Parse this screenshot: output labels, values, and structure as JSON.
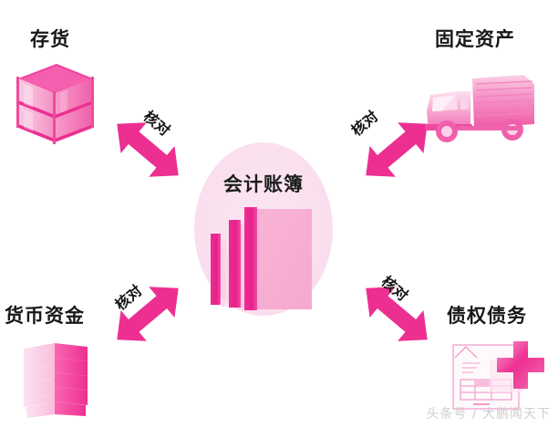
{
  "diagram": {
    "center": {
      "label": "会计账簿",
      "icon": "ledger-books-icon"
    },
    "nodes": [
      {
        "id": "inventory",
        "label": "存货",
        "icon": "shelving-rack-icon",
        "position": "top-left"
      },
      {
        "id": "fixed-assets",
        "label": "固定资产",
        "icon": "delivery-truck-icon",
        "position": "top-right"
      },
      {
        "id": "monetary-funds",
        "label": "货币资金",
        "icon": "cash-stack-icon",
        "position": "bottom-left"
      },
      {
        "id": "receivables-payables",
        "label": "债权债务",
        "icon": "invoice-document-icon",
        "position": "bottom-right"
      }
    ],
    "connectors": [
      {
        "id": "connector-inventory",
        "label": "核对",
        "icon": "double-arrow-icon"
      },
      {
        "id": "connector-fixed-assets",
        "label": "核对",
        "icon": "double-arrow-icon"
      },
      {
        "id": "connector-monetary-funds",
        "label": "核对",
        "icon": "double-arrow-icon"
      },
      {
        "id": "connector-receivables-payables",
        "label": "核对",
        "icon": "double-arrow-icon"
      }
    ],
    "colors": {
      "arrow": "#ec2f91",
      "book_spine": "#e8208a",
      "book_cover": "#f7aed3",
      "ellipse": "#fae0ee",
      "text": "#181818",
      "watermark": "#cfcfcf",
      "background": "#ffffff"
    }
  },
  "watermark": {
    "text": "头条号 / 大鹏闻天下"
  }
}
